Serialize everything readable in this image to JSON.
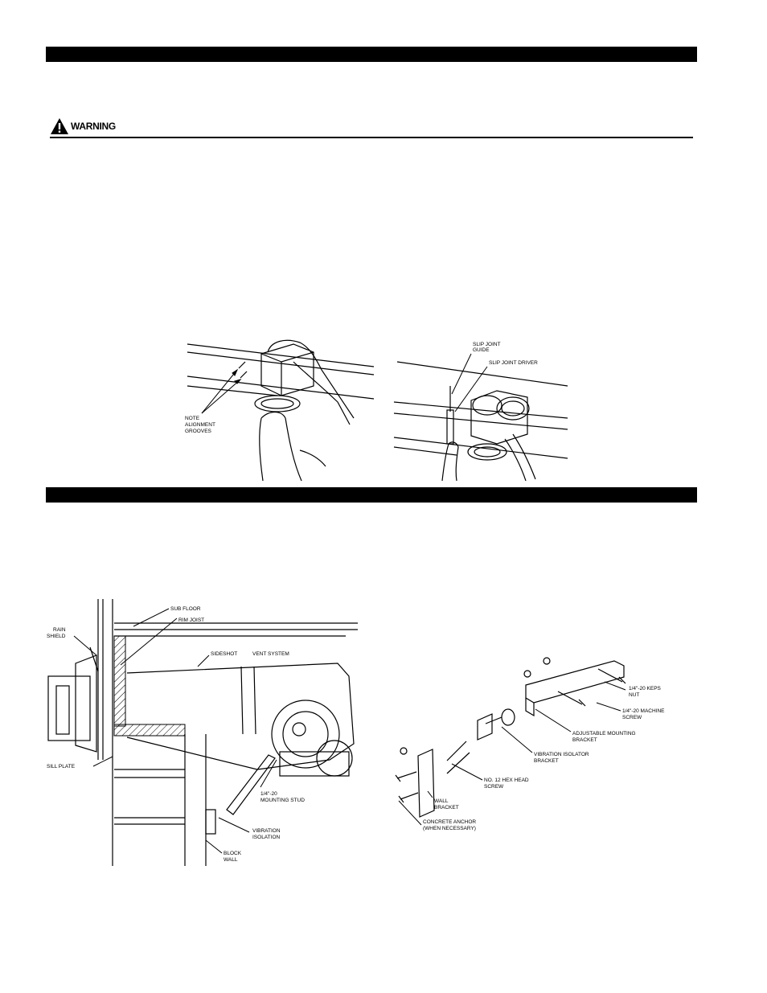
{
  "warning": {
    "label": "WARNING"
  },
  "figure_top_left": {
    "callout": [
      "NOTE",
      "ALIGNMENT",
      "GROOVES"
    ]
  },
  "figure_top_right": {
    "callouts": {
      "guide_l1": "SLIP JOINT",
      "guide_l2": "GUIDE",
      "driver": "SLIP JOINT DRIVER"
    }
  },
  "figure_bottom_left": {
    "callouts": {
      "sub_floor": "SUB FLOOR",
      "rim_joist": "RIM JOIST",
      "rain_l1": "RAIN",
      "rain_l2": "SHIELD",
      "vent_a": "SIDESHOT",
      "vent_b": "VENT SYSTEM",
      "sill_plate": "SILL PLATE",
      "stud_l1": "1/4\"-20",
      "stud_l2": "MOUNTING STUD",
      "iso_l1": "VIBRATION",
      "iso_l2": "ISOLATION",
      "block_l1": "BLOCK",
      "block_l2": "WALL"
    }
  },
  "figure_bottom_right": {
    "callouts": {
      "keps_l1": "1/4\"-20 KEPS",
      "keps_l2": "NUT",
      "machine_l1": "1/4\"-20 MACHINE",
      "machine_l2": "SCREW",
      "adj_l1": "ADJUSTABLE MOUNTING",
      "adj_l2": "BRACKET",
      "iso_l1": "VIBRATION ISOLATOR",
      "iso_l2": "BRACKET",
      "hex_l1": "NO. 12 HEX HEAD",
      "hex_l2": "SCREW",
      "wall_l1": "WALL",
      "wall_l2": "BRACKET",
      "anchor_l1": "CONCRETE ANCHOR",
      "anchor_l2": "(WHEN NECESSARY)"
    }
  }
}
